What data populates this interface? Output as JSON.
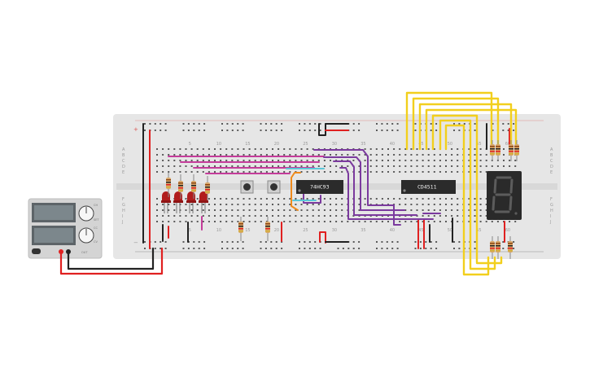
{
  "canvas": {
    "background": "#ffffff"
  },
  "breadboard": {
    "color": "#e6e6e6",
    "hole_color": "#5a5a5a",
    "rail_plus_color": "#d9534f",
    "rail_minus_color": "#333333",
    "column_numbers": [
      "5",
      "10",
      "15",
      "20",
      "25",
      "30",
      "35",
      "40",
      "45",
      "50",
      "55",
      "60"
    ],
    "row_letters_top": [
      "A",
      "B",
      "C",
      "D",
      "E"
    ],
    "row_letters_bottom": [
      "F",
      "G",
      "H",
      "I",
      "J"
    ],
    "rail_symbols": {
      "plus": "+",
      "minus": "−"
    }
  },
  "chips": [
    {
      "id": "counter",
      "label": "74HC93"
    },
    {
      "id": "decoder",
      "label": "CD4511"
    }
  ],
  "power_supply": {
    "knob_labels": [
      "CH",
      "SET",
      "CC",
      "CV"
    ],
    "output_label": "OUT"
  },
  "colors": {
    "wire_red": "#e02020",
    "wire_black": "#222222",
    "wire_magenta": "#c43c9a",
    "wire_purple": "#7b3a9e",
    "wire_yellow": "#f2cf1d",
    "wire_orange": "#ef8a1b",
    "wire_cyan": "#5bc7d8",
    "led_red": "#b11d1d",
    "chip_body": "#2b2b2b",
    "seven_seg_body": "#2a2a2a",
    "resistor_body": "#d9a86a"
  },
  "icons": {
    "leds": "led-icon",
    "buttons": "pushbutton-icon",
    "resistors": "resistor-icon",
    "display": "seven-segment-display-icon"
  }
}
